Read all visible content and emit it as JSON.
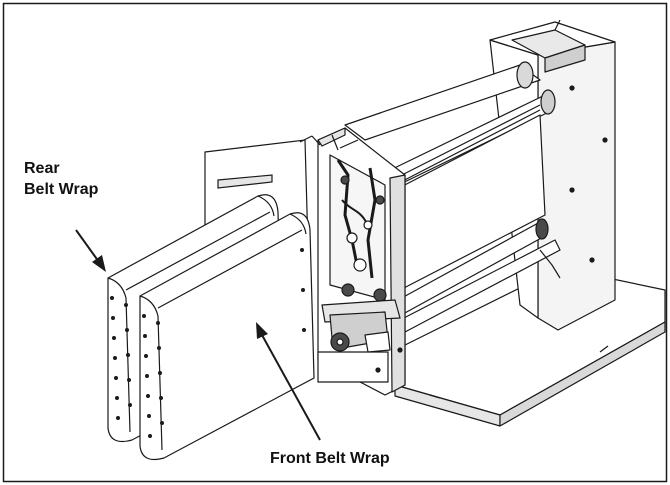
{
  "figure": {
    "callouts": {
      "rear_line1": "Rear",
      "rear_line2": "Belt Wrap",
      "front": "Front Belt Wrap"
    },
    "colors": {
      "line": "#1a1a1a",
      "fill": "#ffffff",
      "shade": "#d9d9d9",
      "dark": "#4a4a4a"
    }
  }
}
